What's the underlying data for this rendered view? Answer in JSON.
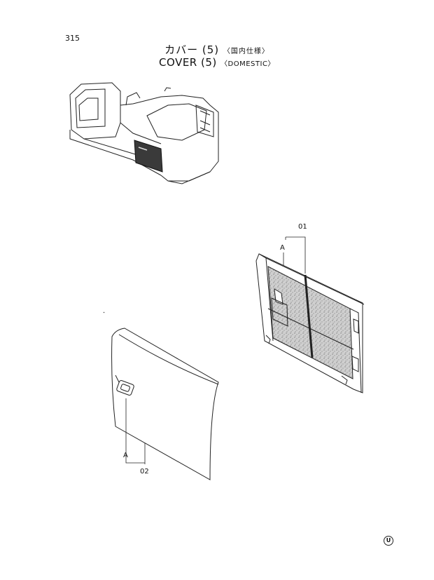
{
  "page": {
    "number": "315"
  },
  "title": {
    "japanese": "カバー (5)",
    "japanese_note": "〈国内仕様〉",
    "english": "COVER (5)",
    "english_note": "〈DOMESTIC〉"
  },
  "callouts": {
    "part_01": "01",
    "part_02": "02",
    "ref_a_upper": "A",
    "ref_a_lower": "A"
  },
  "mark": "U"
}
